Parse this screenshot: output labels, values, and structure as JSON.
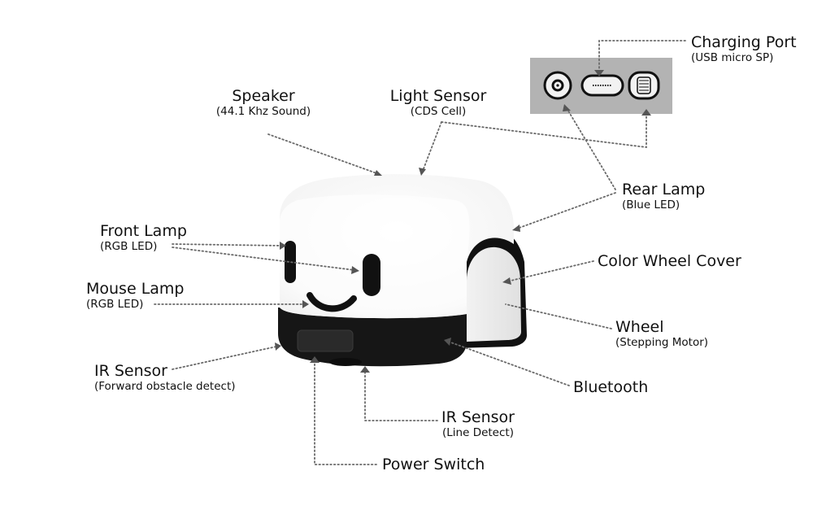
{
  "labels": {
    "charging_port": {
      "main": "Charging Port",
      "sub": "(USB micro SP)"
    },
    "speaker": {
      "main": "Speaker",
      "sub": "(44.1 Khz Sound)"
    },
    "light_sensor": {
      "main": "Light Sensor",
      "sub": "(CDS Cell)"
    },
    "rear_lamp": {
      "main": "Rear Lamp",
      "sub": "(Blue LED)"
    },
    "front_lamp": {
      "main": "Front Lamp",
      "sub": "(RGB LED)"
    },
    "mouse_lamp": {
      "main": "Mouse Lamp",
      "sub": "(RGB LED)"
    },
    "color_wheel_cover": {
      "main": "Color Wheel Cover"
    },
    "wheel": {
      "main": "Wheel",
      "sub": "(Stepping Motor)"
    },
    "ir_sensor_front": {
      "main": "IR Sensor",
      "sub": "(Forward obstacle detect)"
    },
    "bluetooth": {
      "main": "Bluetooth"
    },
    "ir_sensor_line": {
      "main": "IR Sensor",
      "sub": "(Line Detect)"
    },
    "power_switch": {
      "main": "Power Switch"
    }
  },
  "colors": {
    "body_top": "#ffffff",
    "body_base": "#1a1a1a",
    "port_panel": "#b3b3b3",
    "leader_line": "#6a6a6a"
  }
}
